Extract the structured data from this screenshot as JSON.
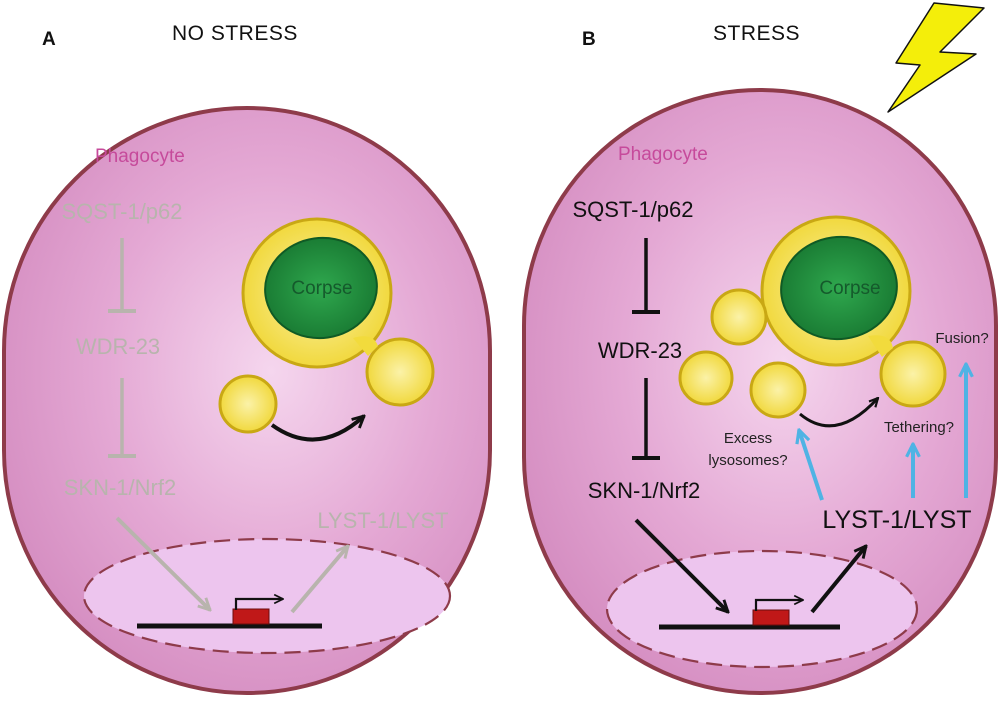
{
  "panel_a": {
    "letter": "A",
    "title": "NO STRESS",
    "cell_label": "Phagocyte",
    "pathway": [
      "SQST-1/p62",
      "WDR-23",
      "SKN-1/Nrf2"
    ],
    "output_gene": "LYST-1/LYST",
    "corpse_label": "Corpse",
    "state": "inactive"
  },
  "panel_b": {
    "letter": "B",
    "title": "STRESS",
    "cell_label": "Phagocyte",
    "pathway": [
      "SQST-1/p62",
      "WDR-23",
      "SKN-1/Nrf2"
    ],
    "output_gene": "LYST-1/LYST",
    "corpse_label": "Corpse",
    "annotations": {
      "excess_line1": "Excess",
      "excess_line2": "lysosomes?",
      "tethering": "Tethering?",
      "fusion": "Fusion?"
    },
    "state": "active"
  },
  "colors": {
    "cell_fill": "#e2a4d2",
    "cell_outline": "#8e3b4a",
    "nucleus_fill": "#edc5ee",
    "phagosome_fill": "#f3df3f",
    "phagosome_outline": "#c9a814",
    "corpse_fill": "#1f8a3e",
    "inactive_text": "#b8b4ad",
    "active_text": "#111111",
    "cyan_arrow": "#4fb3e4",
    "promoter": "#c01818",
    "lightning": "#f4ee0a"
  }
}
